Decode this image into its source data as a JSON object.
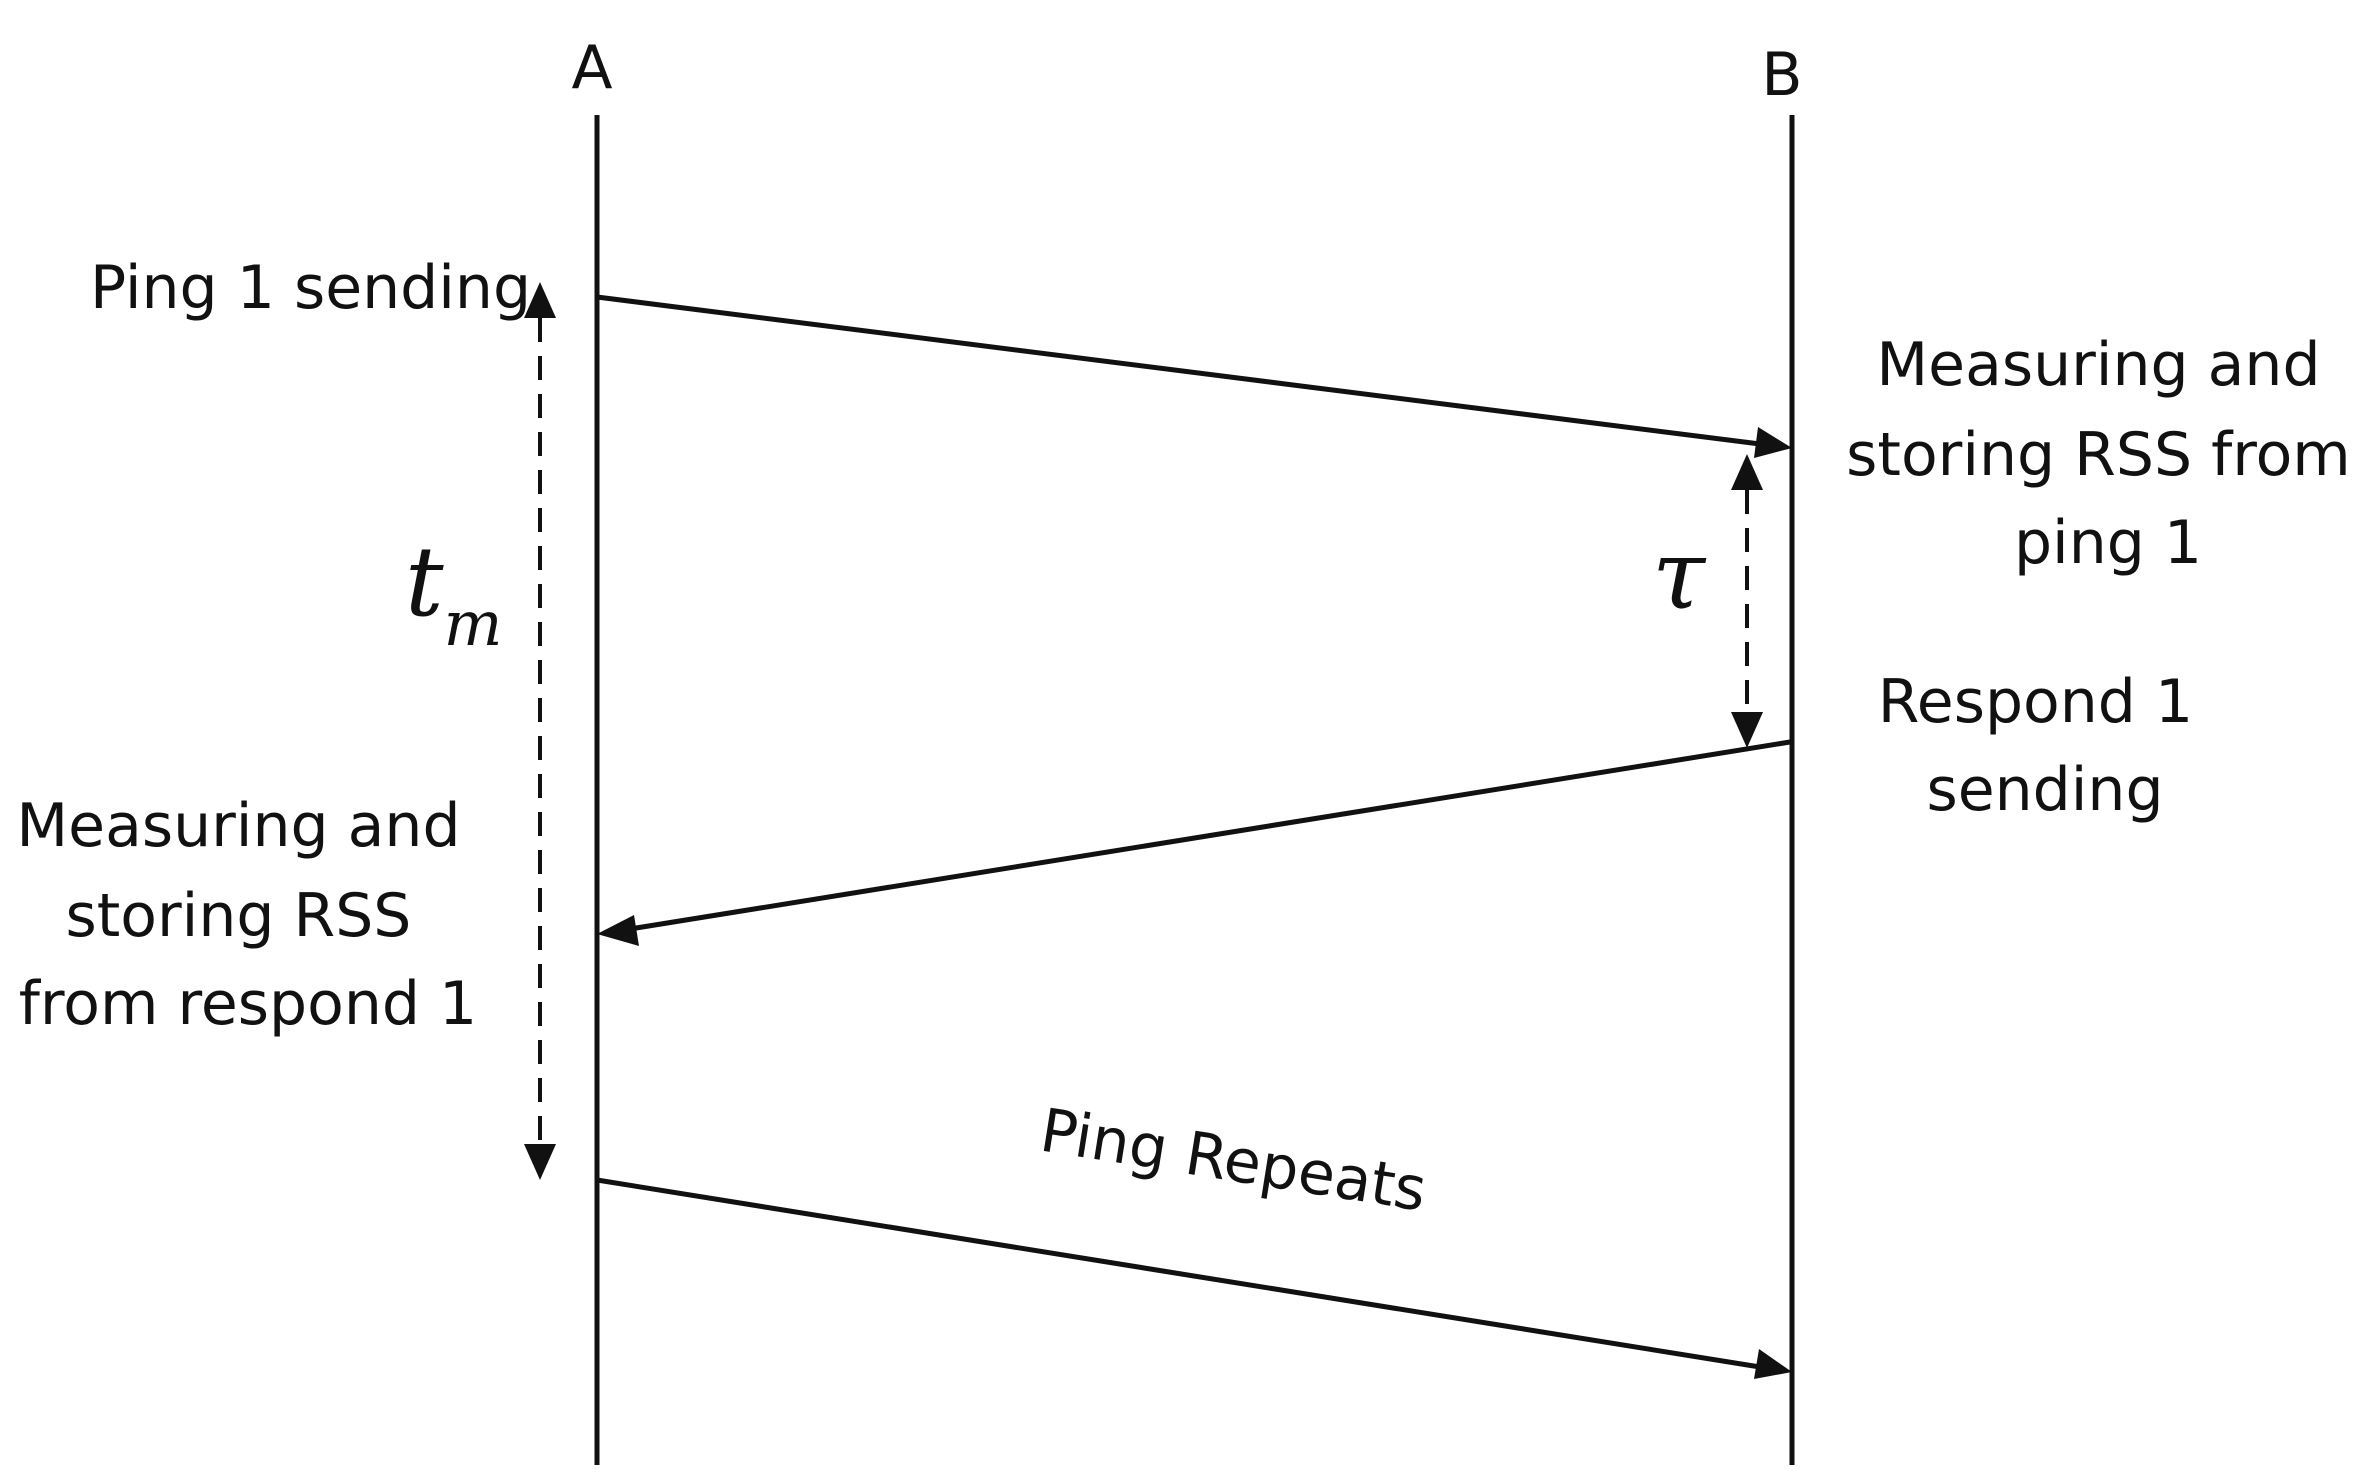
{
  "lifelines": {
    "a_label": "A",
    "b_label": "B"
  },
  "annotations": {
    "ping_send": "Ping 1 sending",
    "b_measure": [
      "Measuring and",
      "storing RSS from",
      "ping 1"
    ],
    "respond_send": [
      "Respond 1",
      "sending"
    ],
    "a_measure": [
      "Measuring and",
      "storing RSS",
      "from respond 1"
    ],
    "repeat": "Ping Repeats"
  },
  "symbols": {
    "tm_base": "t",
    "tm_sub": "m",
    "tau": "τ"
  }
}
